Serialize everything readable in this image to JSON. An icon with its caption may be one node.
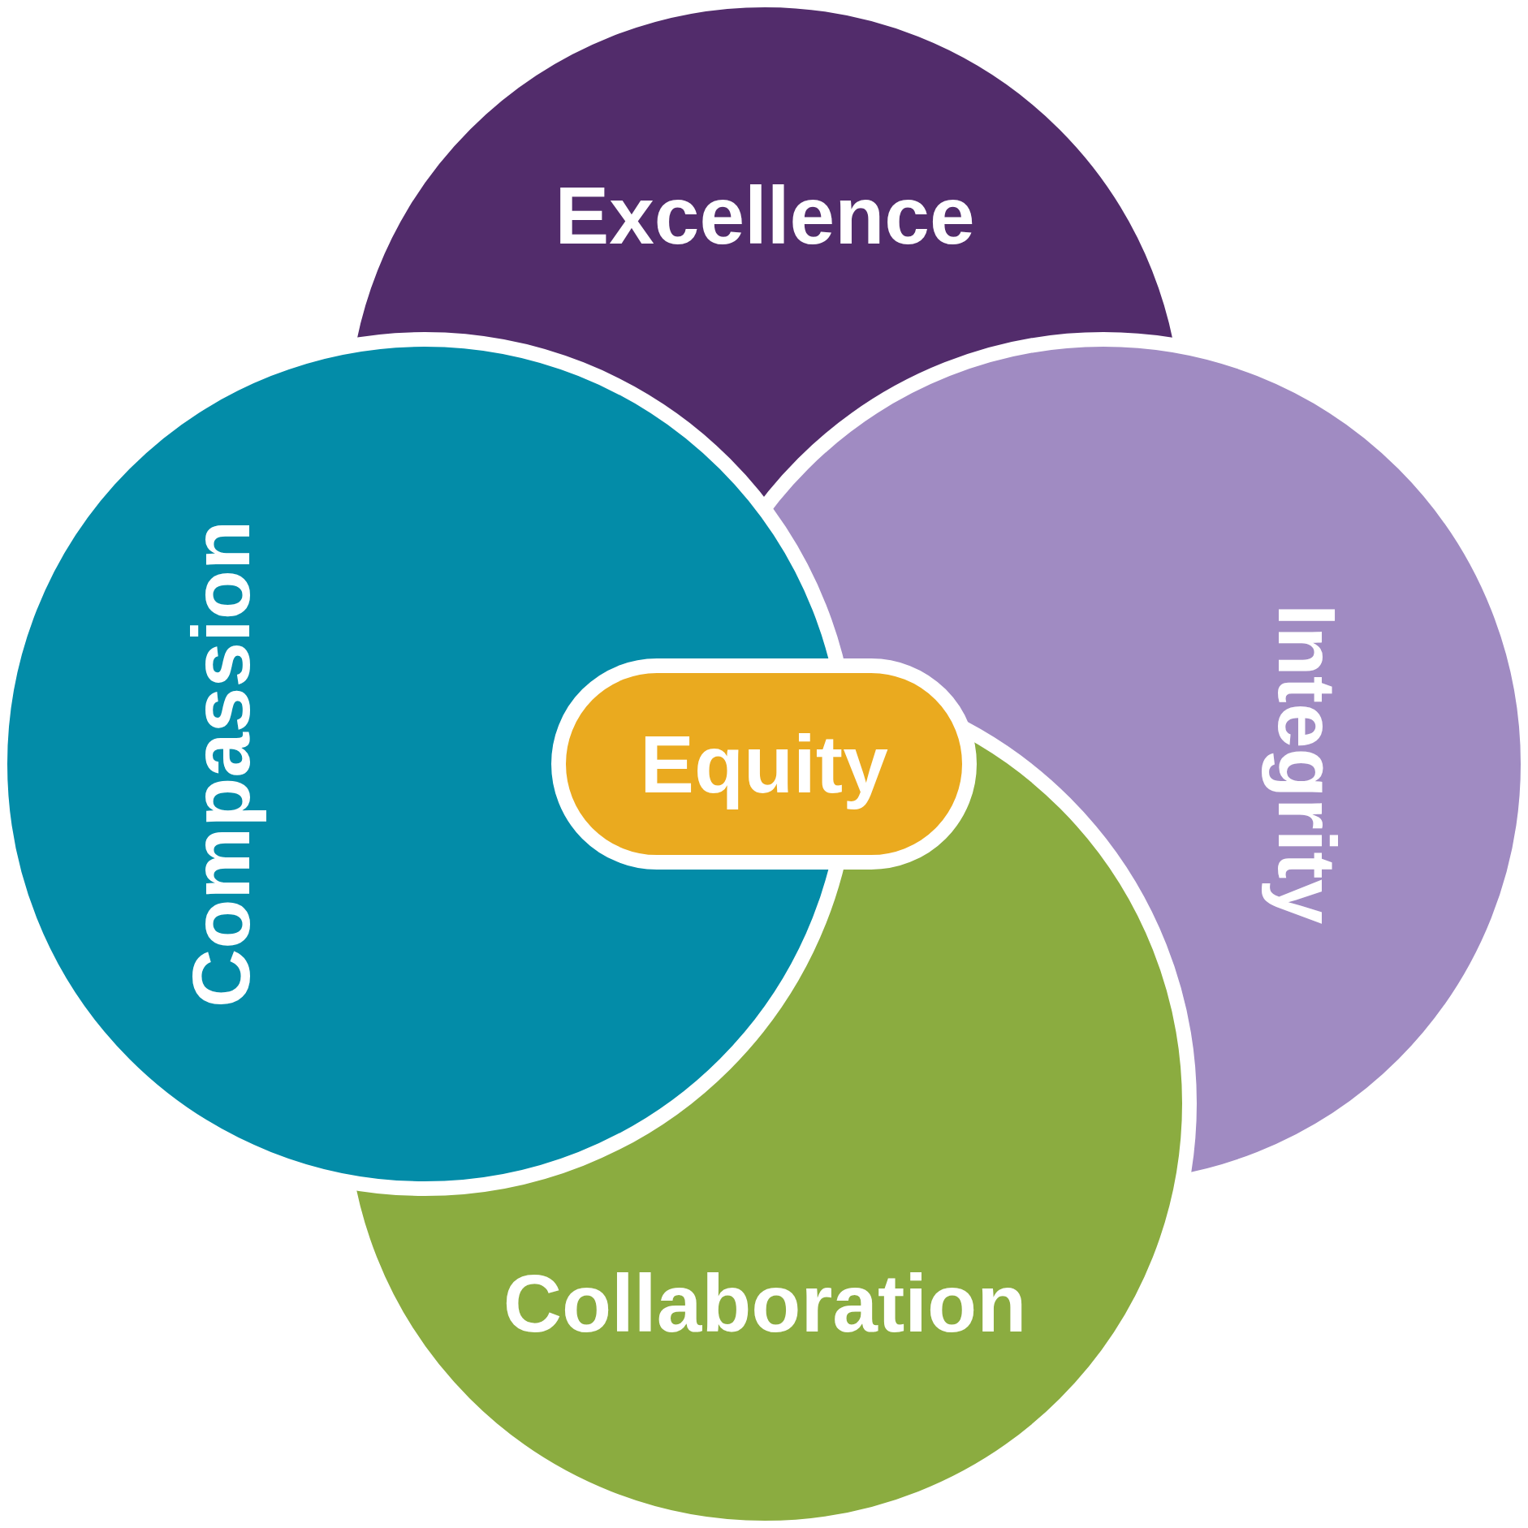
{
  "diagram": {
    "nodes": [
      {
        "text": [
          "Excellence"
        ]
      },
      {
        "text": [
          "Compassion"
        ]
      },
      {
        "text": [
          "Integrity"
        ]
      },
      {
        "text": [
          "Collaboration"
        ]
      },
      {
        "text": [
          "Equity"
        ]
      }
    ],
    "edges": []
  }
}
